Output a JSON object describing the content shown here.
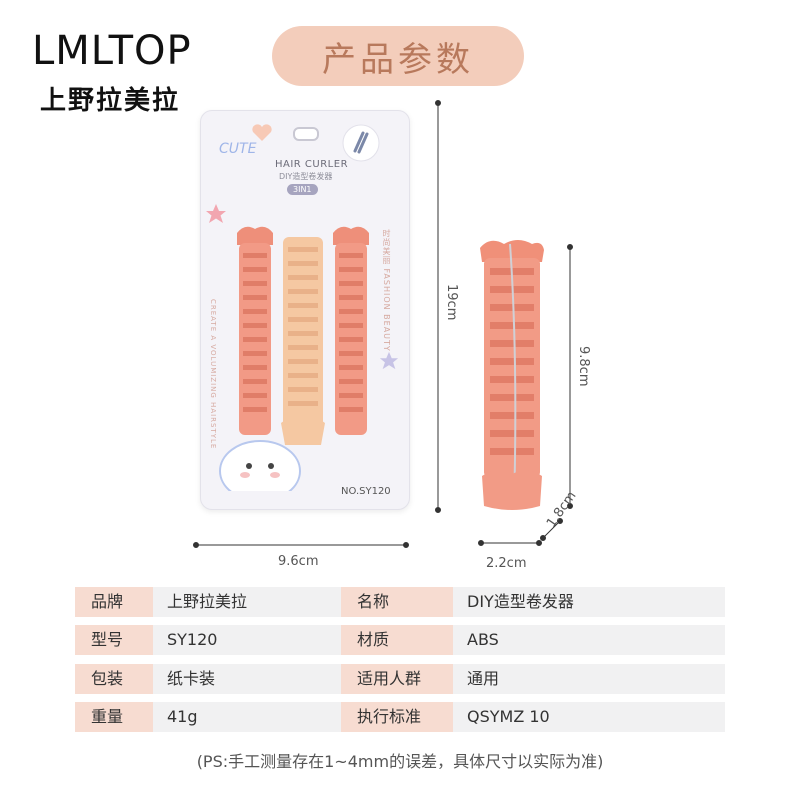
{
  "brand": {
    "name_en": "LMLTOP",
    "name_cn": "上野拉美拉"
  },
  "title": "产品参数",
  "package": {
    "cute": "CUTE",
    "hair_curler": "HAIR CURLER",
    "subtitle": "DIY造型卷发器",
    "badge": "3IN1",
    "side_right": "时尚美丽 FASHION BEAUTY",
    "side_left": "CREATE A VOLUMIZING HAIRSTYLE",
    "model_no": "NO.SY120"
  },
  "dimensions": {
    "pack_height": "19cm",
    "pack_width": "9.6cm",
    "curler_length": "9.8cm",
    "curler_width": "2.2cm",
    "curler_depth": "1.8cm"
  },
  "specs": {
    "left": [
      {
        "label": "品牌",
        "value": "上野拉美拉"
      },
      {
        "label": "型号",
        "value": "SY120"
      },
      {
        "label": "包装",
        "value": "纸卡装"
      },
      {
        "label": "重量",
        "value": "41g"
      }
    ],
    "right": [
      {
        "label": "名称",
        "value": "DIY造型卷发器"
      },
      {
        "label": "材质",
        "value": "ABS"
      },
      {
        "label": "适用人群",
        "value": "通用"
      },
      {
        "label": "执行标准",
        "value": "QSYMZ 10"
      }
    ]
  },
  "note": "(PS:手工测量存在1~4mm的误差，具体尺寸以实际为准)",
  "colors": {
    "title_pill": "#f3cdbb",
    "key_cell": "#f7dcd1",
    "val_cell": "#f1f1f2",
    "curler_pink": "#f0907c",
    "curler_peach": "#f3c7a0"
  }
}
